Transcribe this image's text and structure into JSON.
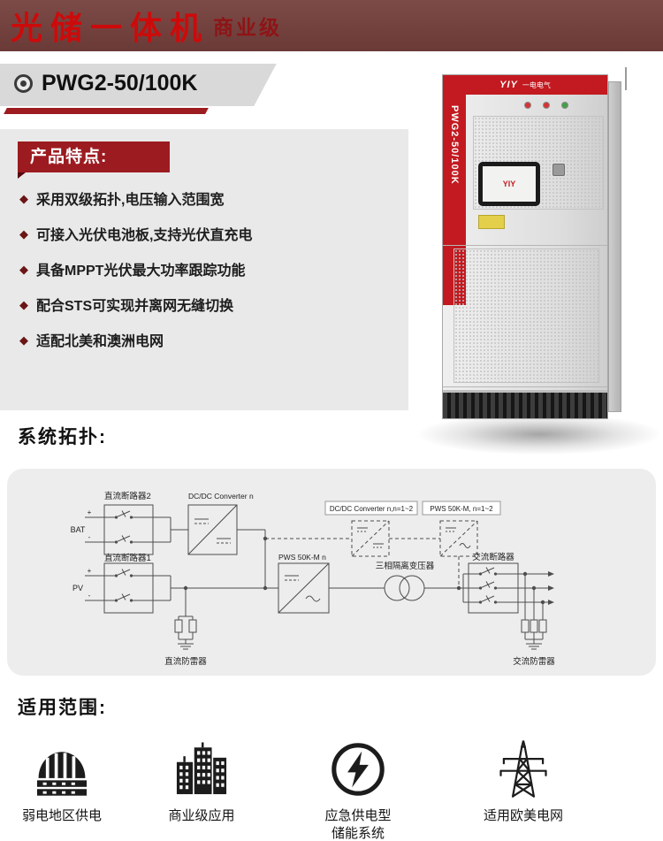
{
  "header": {
    "title": "光储一体机",
    "grade": "商业级"
  },
  "model": {
    "name": "PWG2-50/100K"
  },
  "features": {
    "heading": "产品特点:",
    "bullet": "◆",
    "items": [
      "采用双级拓扑,电压输入范围宽",
      "可接入光伏电池板,支持光伏直充电",
      "具备MPPT光伏最大功率跟踪功能",
      "配合STS可实现并离网无缝切换",
      "适配北美和澳洲电网"
    ]
  },
  "cabinet": {
    "brand": "YIY",
    "brand_cn": "一电电气",
    "side_label": "PWG2-50/100K",
    "screen_text": "YIY"
  },
  "topology": {
    "heading": "系统拓扑:",
    "labels": {
      "dc_breaker2": "直流断路器2",
      "dcdc_main": "DC/DC Converter n",
      "bat": "BAT",
      "dc_breaker1": "直流断路器1",
      "pv": "PV",
      "pws_main": "PWS 50K-M n",
      "dcdc_opt": "DC/DC Converter n,n=1~2",
      "pws_opt": "PWS 50K-M, n=1~2",
      "transformer": "三相隔离变压器",
      "ac_breaker": "交流断路器",
      "dc_spd": "直流防雷器",
      "ac_spd": "交流防雷器"
    },
    "symbols": {
      "plus": "+",
      "minus": "-"
    }
  },
  "applications": {
    "heading": "适用范围:",
    "items": [
      {
        "icon": "granary-icon",
        "label": "弱电地区供电"
      },
      {
        "icon": "city-buildings-icon",
        "label": "商业级应用"
      },
      {
        "icon": "lightning-circle-icon",
        "label": "应急供电型\n储能系统"
      },
      {
        "icon": "power-tower-icon",
        "label": "适用欧美电网"
      }
    ]
  }
}
